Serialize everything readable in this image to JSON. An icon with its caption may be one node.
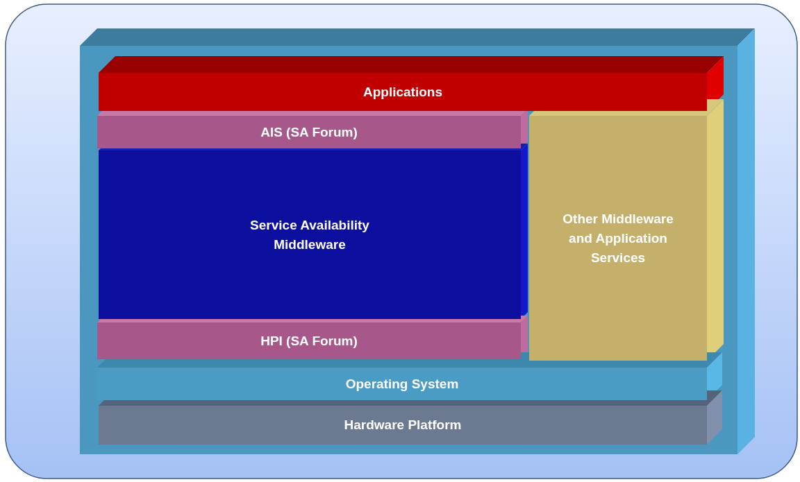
{
  "diagram": {
    "nodes": [
      {
        "text": [],
        "shape": "box"
      },
      {
        "text": [
          "Applications"
        ],
        "in": 0
      },
      {
        "text": [
          "AIS (SA Forum)"
        ],
        "in": 0
      },
      {
        "text": [
          "Service Availability Middleware"
        ],
        "in": 0
      },
      {
        "text": [
          "HPI (SA Forum)"
        ],
        "in": 0
      },
      {
        "text": [
          "Other Middleware and Application Services"
        ],
        "in": 0
      },
      {
        "text": [
          "Operating System"
        ],
        "in": 0
      },
      {
        "text": [
          "Hardware Platform"
        ],
        "in": 0
      }
    ]
  }
}
